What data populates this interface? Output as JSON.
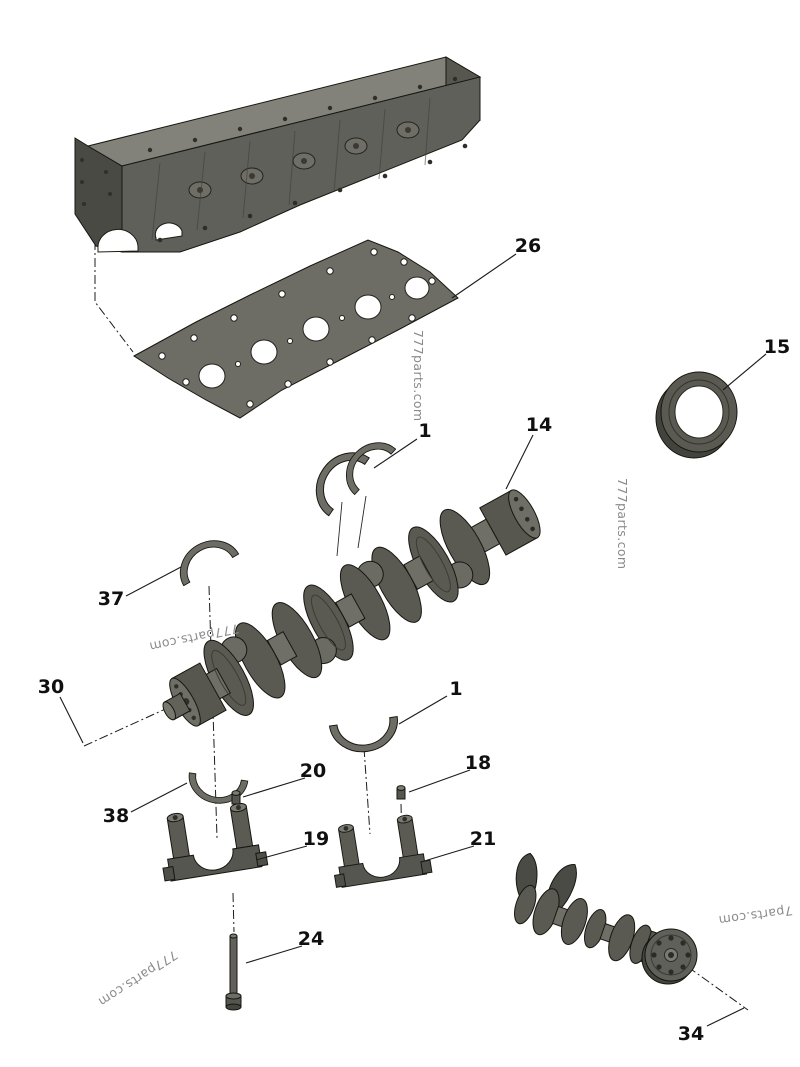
{
  "diagram": {
    "callouts": [
      {
        "id": "26",
        "label": "26"
      },
      {
        "id": "15",
        "label": "15"
      },
      {
        "id": "1-upper",
        "label": "1"
      },
      {
        "id": "14",
        "label": "14"
      },
      {
        "id": "37",
        "label": "37"
      },
      {
        "id": "30",
        "label": "30"
      },
      {
        "id": "1-lower",
        "label": "1"
      },
      {
        "id": "20",
        "label": "20"
      },
      {
        "id": "18",
        "label": "18"
      },
      {
        "id": "38",
        "label": "38"
      },
      {
        "id": "19",
        "label": "19"
      },
      {
        "id": "21",
        "label": "21"
      },
      {
        "id": "24",
        "label": "24"
      },
      {
        "id": "34",
        "label": "34"
      }
    ],
    "watermark": {
      "full": "777parts.com",
      "partial": "7parts.com"
    },
    "colors": {
      "background": "#ffffff",
      "part_dark": "#4a4a44",
      "part_mid": "#5a5a53",
      "part_light": "#82827a",
      "outline": "#171711",
      "callout_text": "#101010",
      "watermark_text": "#8b8b8b"
    }
  }
}
